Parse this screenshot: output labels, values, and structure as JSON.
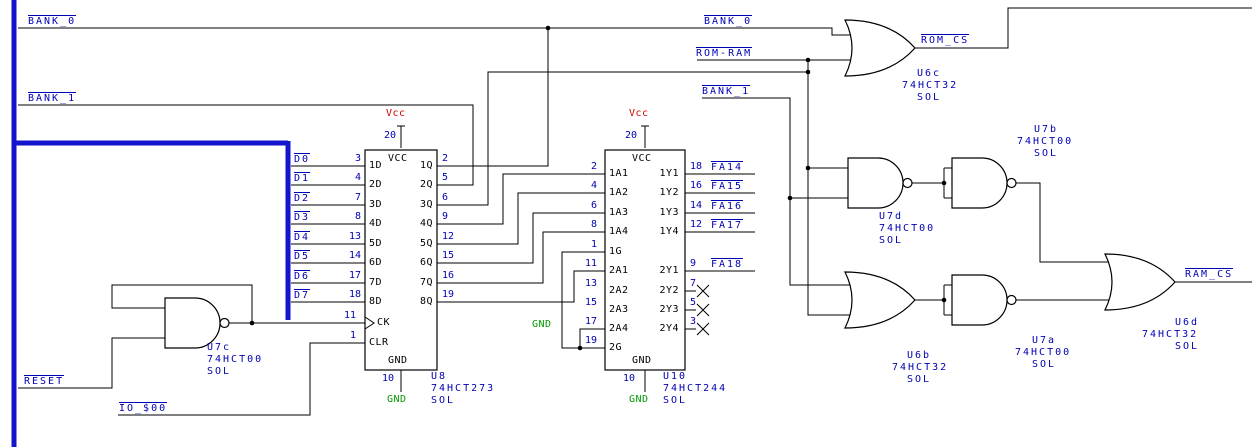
{
  "nets": {
    "bank0": "BANK_0",
    "bank1": "BANK_1",
    "rom_ram": "ROM-RAM",
    "reset": "RESET",
    "io_00": "IO_$00",
    "rom_cs": "ROM_CS",
    "ram_cs": "RAM_CS",
    "data_bits": [
      "D0",
      "D1",
      "D2",
      "D3",
      "D4",
      "D5",
      "D6",
      "D7"
    ],
    "addr_bits": [
      "FA14",
      "FA15",
      "FA16",
      "FA17",
      "FA18"
    ]
  },
  "power": {
    "vcc": "Vcc",
    "gnd": "GND"
  },
  "u8": {
    "ref": "U8",
    "part": "74HCT273",
    "pkg": "SOL",
    "vcc_name": "VCC",
    "gnd_name": "GND",
    "vcc_pin": "20",
    "gnd_pin": "10",
    "clk_name": "CK",
    "clk_pin": "11",
    "clr_name": "CLR",
    "clr_pin": "1",
    "inputs": [
      "1D",
      "2D",
      "3D",
      "4D",
      "5D",
      "6D",
      "7D",
      "8D"
    ],
    "input_pins": [
      "3",
      "4",
      "7",
      "8",
      "13",
      "14",
      "17",
      "18"
    ],
    "outputs": [
      "1Q",
      "2Q",
      "3Q",
      "4Q",
      "5Q",
      "6Q",
      "7Q",
      "8Q"
    ],
    "output_pins": [
      "2",
      "5",
      "6",
      "9",
      "12",
      "15",
      "16",
      "19"
    ]
  },
  "u10": {
    "ref": "U10",
    "part": "74HCT244",
    "pkg": "SOL",
    "vcc_name": "VCC",
    "gnd_name": "GND",
    "vcc_pin": "20",
    "gnd_pin": "10",
    "inputs": [
      "1A1",
      "1A2",
      "1A3",
      "1A4",
      "1G",
      "2A1",
      "2A2",
      "2A3",
      "2A4",
      "2G"
    ],
    "input_pins": [
      "2",
      "4",
      "6",
      "8",
      "1",
      "11",
      "13",
      "15",
      "17",
      "19"
    ],
    "outputs": [
      "1Y1",
      "1Y2",
      "1Y3",
      "1Y4",
      "2Y1",
      "2Y2",
      "2Y3",
      "2Y4"
    ],
    "output_pins": [
      "18",
      "16",
      "14",
      "12",
      "9",
      "7",
      "5",
      "3"
    ]
  },
  "gates": {
    "u6b": {
      "ref": "U6b",
      "part": "74HCT32",
      "pkg": "SOL"
    },
    "u6c": {
      "ref": "U6c",
      "part": "74HCT32",
      "pkg": "SOL"
    },
    "u6d": {
      "ref": "U6d",
      "part": "74HCT32",
      "pkg": "SOL"
    },
    "u7a": {
      "ref": "U7a",
      "part": "74HCT00",
      "pkg": "SOL"
    },
    "u7b": {
      "ref": "U7b",
      "part": "74HCT00",
      "pkg": "SOL"
    },
    "u7c": {
      "ref": "U7c",
      "part": "74HCT00",
      "pkg": "SOL"
    },
    "u7d": {
      "ref": "U7d",
      "part": "74HCT00",
      "pkg": "SOL"
    }
  },
  "colors": {
    "wire": "#000000",
    "bus": "#1414cc",
    "label": "#0000b4",
    "vcc": "#cc0000",
    "gnd": "#009900",
    "background": "#ffffff"
  }
}
